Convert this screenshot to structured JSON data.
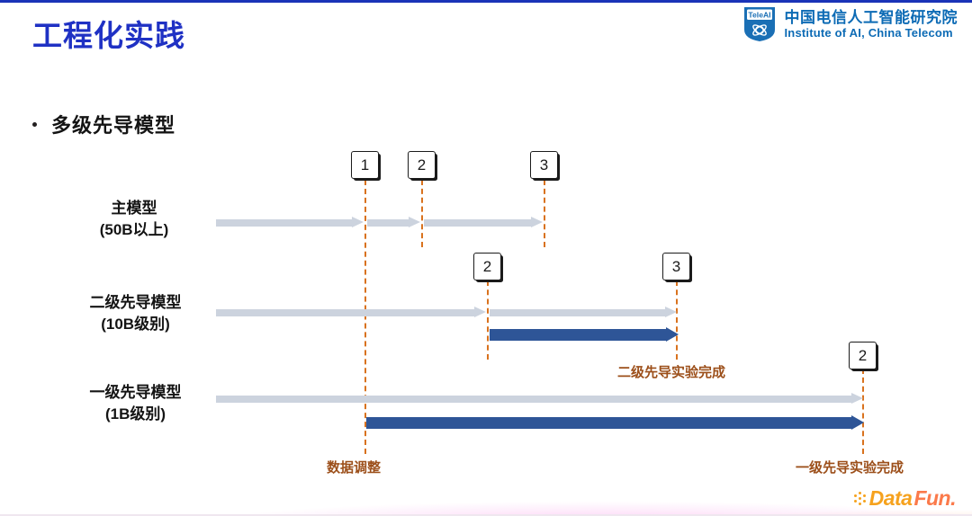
{
  "header": {
    "title": "工程化实践",
    "rule_color": "#1a33b8",
    "title_color": "#1f31c4"
  },
  "brand": {
    "badge_text": "TeleAI",
    "name_cn": "中国电信人工智能研究院",
    "name_en": "Institute of AI, China Telecom",
    "color": "#0d6bb5"
  },
  "bullet": {
    "label": "多级先导模型"
  },
  "diagram": {
    "rows": [
      {
        "name": "main-model",
        "title": "主模型",
        "subtitle": "(50B以上)"
      },
      {
        "name": "tier2-model",
        "title": "二级先导模型",
        "subtitle": "(10B级别)"
      },
      {
        "name": "tier1-model",
        "title": "一级先导模型",
        "subtitle": "(1B级别)"
      }
    ],
    "markers": [
      {
        "id": "m-top-1",
        "label": "1"
      },
      {
        "id": "m-top-2",
        "label": "2"
      },
      {
        "id": "m-top-3",
        "label": "3"
      },
      {
        "id": "m-mid-2",
        "label": "2"
      },
      {
        "id": "m-mid-3",
        "label": "3"
      },
      {
        "id": "m-bot-2",
        "label": "2"
      }
    ],
    "captions": [
      {
        "id": "c-data-adjust",
        "text": "数据调整"
      },
      {
        "id": "c-tier2-done",
        "text": "二级先导实验完成"
      },
      {
        "id": "c-tier1-done",
        "text": "一级先导实验完成"
      }
    ],
    "colors": {
      "gray_arrow": "#ccd3de",
      "blue_arrow": "#2e5597",
      "guide_dash": "#d9721e",
      "caption": "#9c4f1a"
    }
  },
  "footer": {
    "logo_part1": "Data",
    "logo_part2": "Fun.",
    "logo_color1": "#f6a21e",
    "logo_color2": "#fb7a4b"
  }
}
